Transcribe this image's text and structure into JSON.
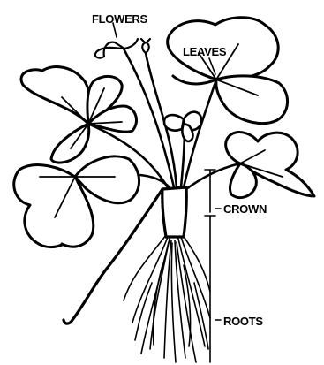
{
  "diagram": {
    "labels": {
      "flowers": "FLOWERS",
      "leaves": "LEAVES",
      "crown": "CROWN",
      "roots": "ROOTS"
    },
    "colors": {
      "ink": "#000000",
      "paper": "#ffffff"
    }
  }
}
